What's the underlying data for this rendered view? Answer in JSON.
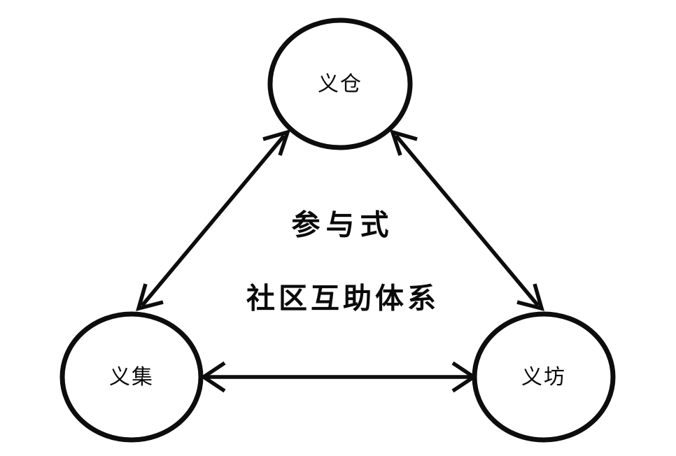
{
  "diagram": {
    "title_lines": [
      {
        "text": "参与式"
      },
      {
        "text": "社区互助体系"
      }
    ],
    "nodes": [
      {
        "id": "yicang",
        "label": "义仓",
        "position": "top"
      },
      {
        "id": "yiji",
        "label": "义集",
        "position": "bottom-left"
      },
      {
        "id": "yifang",
        "label": "义坊",
        "position": "bottom-right"
      }
    ],
    "edges": [
      {
        "id": "yiji-yicang",
        "from": "义集",
        "to": "义仓",
        "direction": "bidirectional"
      },
      {
        "id": "yicang-yifang",
        "from": "义仓",
        "to": "义坊",
        "direction": "bidirectional"
      },
      {
        "id": "yiji-yifang",
        "from": "义集",
        "to": "义坊",
        "direction": "bidirectional"
      }
    ],
    "colors": {
      "stroke": "#0d0d0d",
      "background": "#ffffff",
      "text": "#0a0a0a"
    }
  }
}
